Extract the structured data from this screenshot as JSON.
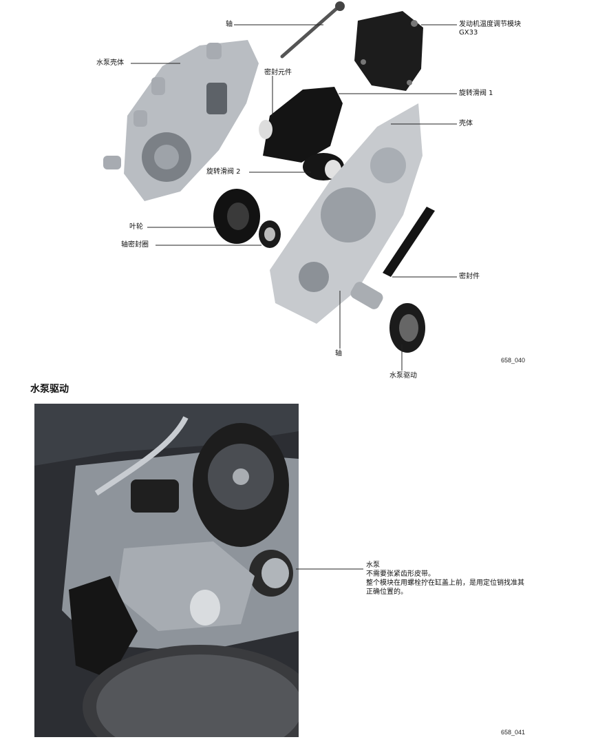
{
  "exploded_view": {
    "labels": {
      "shaft_top": "轴",
      "control_module_line1": "发动机温度调节模块",
      "control_module_line2": "GX33",
      "pump_housing": "水泵壳体",
      "seal_element": "密封元件",
      "rotary_valve_1": "旋转滑阀 1",
      "housing": "壳体",
      "rotary_valve_2": "旋转滑阀 2",
      "impeller": "叶轮",
      "shaft_seal": "轴密封圈",
      "gasket": "密封件",
      "shaft_bottom": "轴",
      "pump_drive": "水泵驱动"
    },
    "figure_id": "658_040"
  },
  "section": {
    "title": "水泵驱动"
  },
  "engine_photo": {
    "pump_title": "水泵",
    "pump_lines": [
      "不需要张紧齿形皮带。",
      "整个模块在用螺栓拧在缸盖上前，是用定位销找准其",
      "正确位置的。"
    ],
    "figure_id": "658_041"
  },
  "colors": {
    "text": "#111111",
    "metal_light": "#c9ccd0",
    "metal_dark": "#6e7378",
    "black_part": "#151515",
    "photo_bg": "#2a2c30"
  }
}
